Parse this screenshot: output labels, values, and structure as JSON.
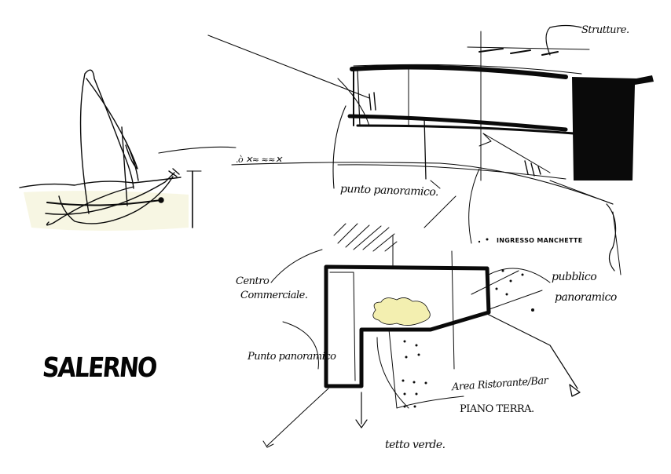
{
  "sketch": {
    "title": "SALERNO",
    "colors": {
      "ink": "#0a0a0a",
      "paper": "#ffffff",
      "sea_wash": "#f4f3d8",
      "cloud_fill": "#f3efb0"
    },
    "section_view": {
      "annotations": {
        "top_right": "Strutture.",
        "center": "punto panoramico.",
        "horizon_marks": ".ò ✕≈ ≈≈✕"
      }
    },
    "plan_view": {
      "annotations": {
        "left_upper": [
          "Centro",
          "Commerciale."
        ],
        "left_lower": "Punto panoramico",
        "top_right": "INGRESSO MANCHETTE",
        "right": [
          "pubblico",
          "panoramico"
        ],
        "bottom_right": [
          "Area Ristorante/Bar",
          "PIANO TERRA."
        ],
        "bottom": "tetto verde."
      }
    }
  }
}
